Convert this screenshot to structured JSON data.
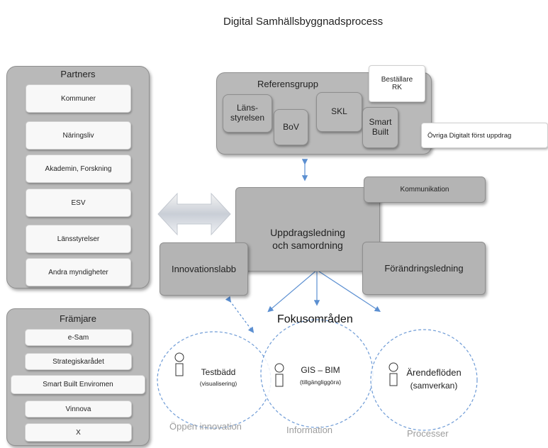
{
  "title": "Digital Samhällsbyggnadsprocess",
  "partners": {
    "title": "Partners",
    "items": [
      "Kommuner",
      "Näringsliv",
      "Akademin, Forskning",
      "ESV",
      "Länsstyrelser",
      "Andra myndigheter"
    ]
  },
  "framjare": {
    "title": "Främjare",
    "items": [
      "e-Sam",
      "Strategiskarådet",
      "Smart Built Enviromen",
      "Vinnova",
      "X"
    ]
  },
  "referensgrupp": {
    "title": "Referensgrupp",
    "lansstyrelsen": "Läns-\nstyrelsen",
    "bov": "BoV",
    "skl": "SKL",
    "smart_built": "Smart\nBuilt",
    "bestallare": "Beställare\nRK"
  },
  "ovriga": "Övriga Digitalt först uppdrag",
  "kommunikation": "Kommunikation",
  "uppdragsledning": "Uppdragsledning\noch samordning",
  "innovationslabb": "Innovationslabb",
  "forandringsledning": "Förändringsledning",
  "fokusomraden": "Fokusområden",
  "circles": [
    {
      "title": "Testbädd",
      "subtitle": "(visualisering)",
      "label": "Öppen innovation"
    },
    {
      "title": "GIS – BIM",
      "subtitle": "(tillgängliggöra)",
      "label": "Information"
    },
    {
      "title": "Ärendeflöden",
      "subtitle": "(samverkan)",
      "label": "Processer"
    }
  ],
  "colors": {
    "panel": "#b9b9b9",
    "arrow_blue": "#5b8fd1",
    "area_label": "#9d9d9d"
  }
}
